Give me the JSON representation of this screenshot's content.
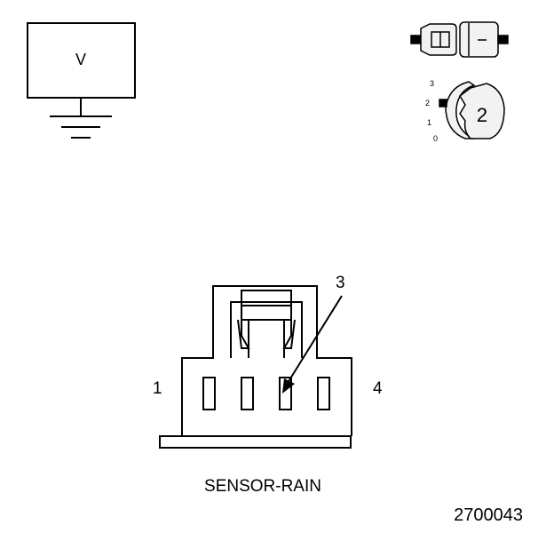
{
  "meter": {
    "symbol": "V"
  },
  "switch_key": {
    "positions": [
      "3",
      "2",
      "1",
      "0"
    ],
    "active_position": "2"
  },
  "connector": {
    "pin_labels": {
      "left": "1",
      "callout": "3",
      "right": "4"
    },
    "caption": "SENSOR-RAIN"
  },
  "figure_id": "2700043",
  "colors": {
    "line": "#000000",
    "background": "#ffffff",
    "switch_fill": "#f2f2f2"
  }
}
